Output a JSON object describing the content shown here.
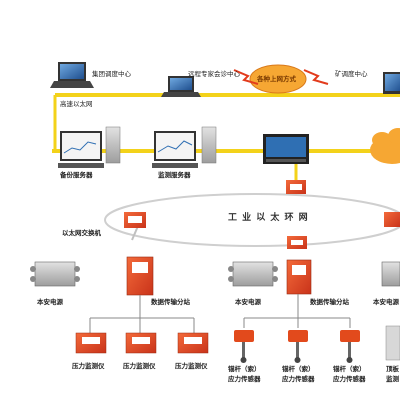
{
  "labels": {
    "group_center": "集团调度中心",
    "expert_center": "远程专家会诊中心",
    "access_modes": "各种上网方式",
    "mine_center": "矿调度中心",
    "ethernet": "高速以太网",
    "backup_server": "备份服务器",
    "monitor_server": "监测服务器",
    "ring_network": "工 业 以 太 环 网",
    "ethernet_switch": "以太网交换机",
    "safety_power": "本安电源",
    "data_substation": "数据传输分站",
    "pressure_monitor": "压力监测仪",
    "anchor_sensor": "锚杆（索）",
    "stress_sensor": "应力传感器",
    "roof_partial": "顶板",
    "monitor_partial": "监测"
  },
  "colors": {
    "bus_line": "#f3d21a",
    "device_red": "#e24a1c",
    "device_orange": "#f07a1d",
    "cloud_orange": "#f6a733",
    "screen_blue": "#2f6fb3",
    "box_gray": "#b9b9b9"
  }
}
